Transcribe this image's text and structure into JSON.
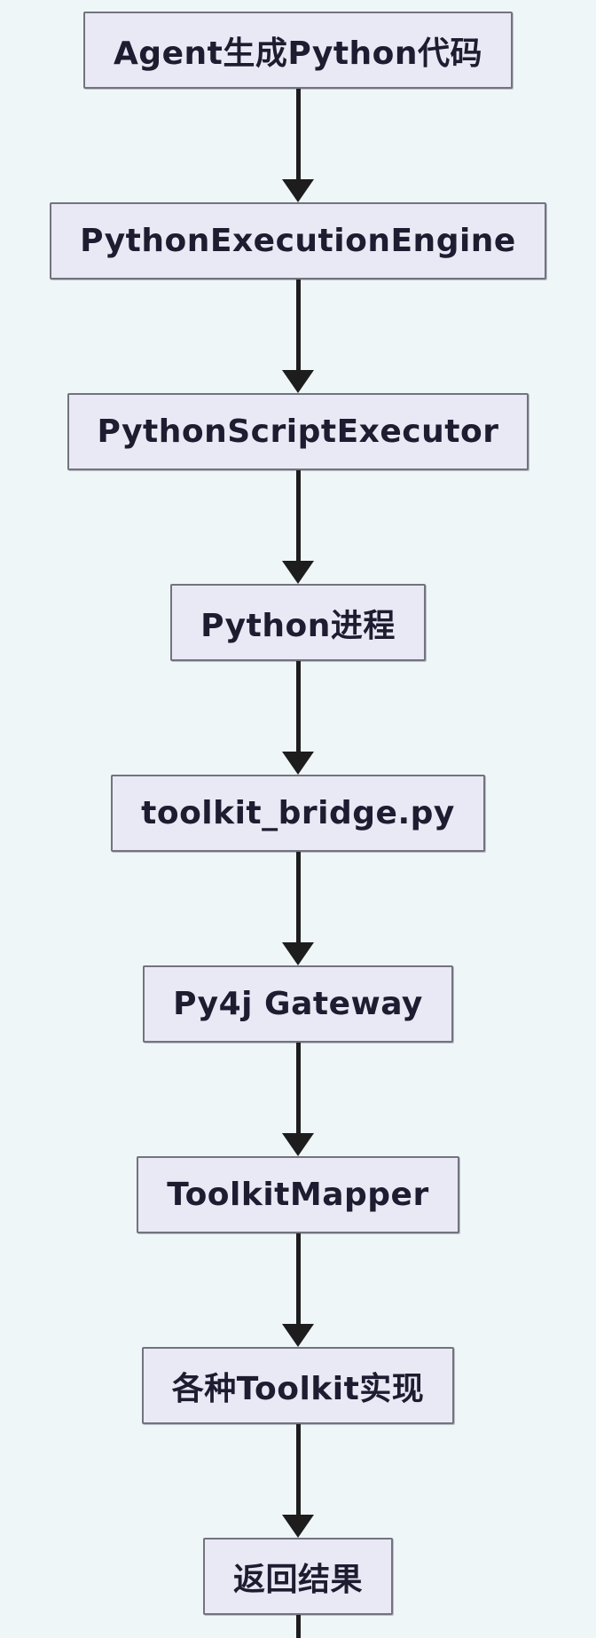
{
  "diagram": {
    "type": "flowchart",
    "orientation": "top-down",
    "continues_below_view": true
  },
  "nodes": [
    {
      "id": "agent-generates-python-code",
      "label": "Agent生成Python代码"
    },
    {
      "id": "python-execution-engine",
      "label": "PythonExecutionEngine"
    },
    {
      "id": "python-script-executor",
      "label": "PythonScriptExecutor"
    },
    {
      "id": "python-process",
      "label": "Python进程"
    },
    {
      "id": "toolkit-bridge-py",
      "label": "toolkit_bridge.py"
    },
    {
      "id": "py4j-gateway",
      "label": "Py4j Gateway"
    },
    {
      "id": "toolkit-mapper",
      "label": "ToolkitMapper"
    },
    {
      "id": "various-toolkit-implementations",
      "label": "各种Toolkit实现"
    },
    {
      "id": "return-result",
      "label": "返回结果"
    }
  ],
  "edges": [
    {
      "from": "agent-generates-python-code",
      "to": "python-execution-engine"
    },
    {
      "from": "python-execution-engine",
      "to": "python-script-executor"
    },
    {
      "from": "python-script-executor",
      "to": "python-process"
    },
    {
      "from": "python-process",
      "to": "toolkit-bridge-py"
    },
    {
      "from": "toolkit-bridge-py",
      "to": "py4j-gateway"
    },
    {
      "from": "py4j-gateway",
      "to": "toolkit-mapper"
    },
    {
      "from": "toolkit-mapper",
      "to": "various-toolkit-implementations"
    },
    {
      "from": "various-toolkit-implementations",
      "to": "return-result"
    }
  ],
  "colors": {
    "background": "#eff6f7",
    "node_fill": "#e9e9f5",
    "node_border": "#73737f",
    "node_text": "#1d1c30",
    "arrow": "#1d1d1d"
  }
}
